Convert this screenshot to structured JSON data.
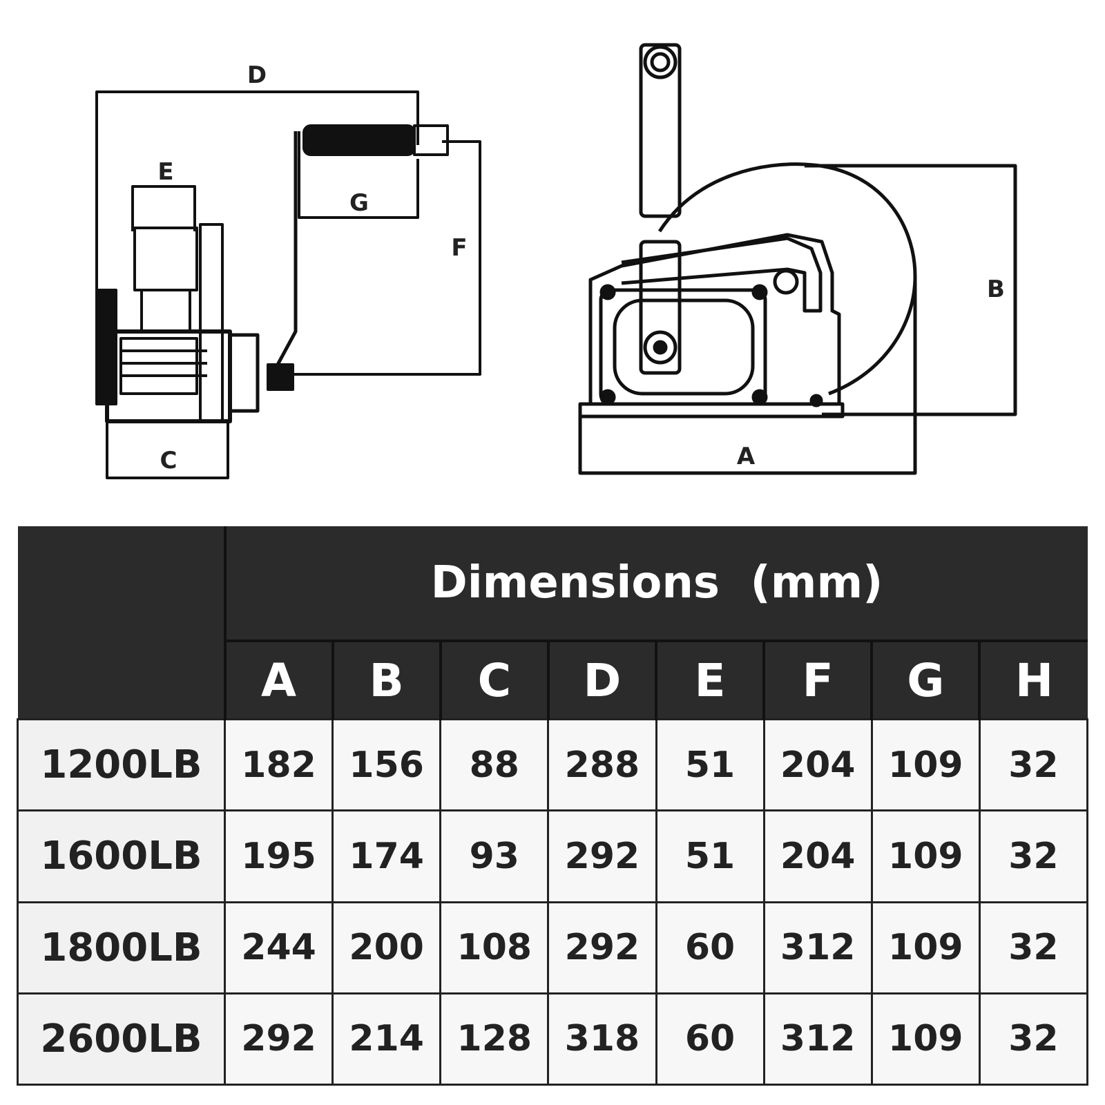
{
  "diagram": {
    "side_view_labels": {
      "d": "D",
      "e": "E",
      "g": "G",
      "f": "F",
      "c": "C"
    },
    "front_view_labels": {
      "b": "B",
      "a": "A"
    }
  },
  "table": {
    "title": "Dimensions  (mm)",
    "columns": [
      "A",
      "B",
      "C",
      "D",
      "E",
      "F",
      "G",
      "H"
    ],
    "rows": [
      {
        "model": "1200LB",
        "values": [
          "182",
          "156",
          "88",
          "288",
          "51",
          "204",
          "109",
          "32"
        ]
      },
      {
        "model": "1600LB",
        "values": [
          "195",
          "174",
          "93",
          "292",
          "51",
          "204",
          "109",
          "32"
        ]
      },
      {
        "model": "1800LB",
        "values": [
          "244",
          "200",
          "108",
          "292",
          "60",
          "312",
          "109",
          "32"
        ]
      },
      {
        "model": "2600LB",
        "values": [
          "292",
          "214",
          "128",
          "318",
          "60",
          "312",
          "109",
          "32"
        ]
      }
    ]
  }
}
